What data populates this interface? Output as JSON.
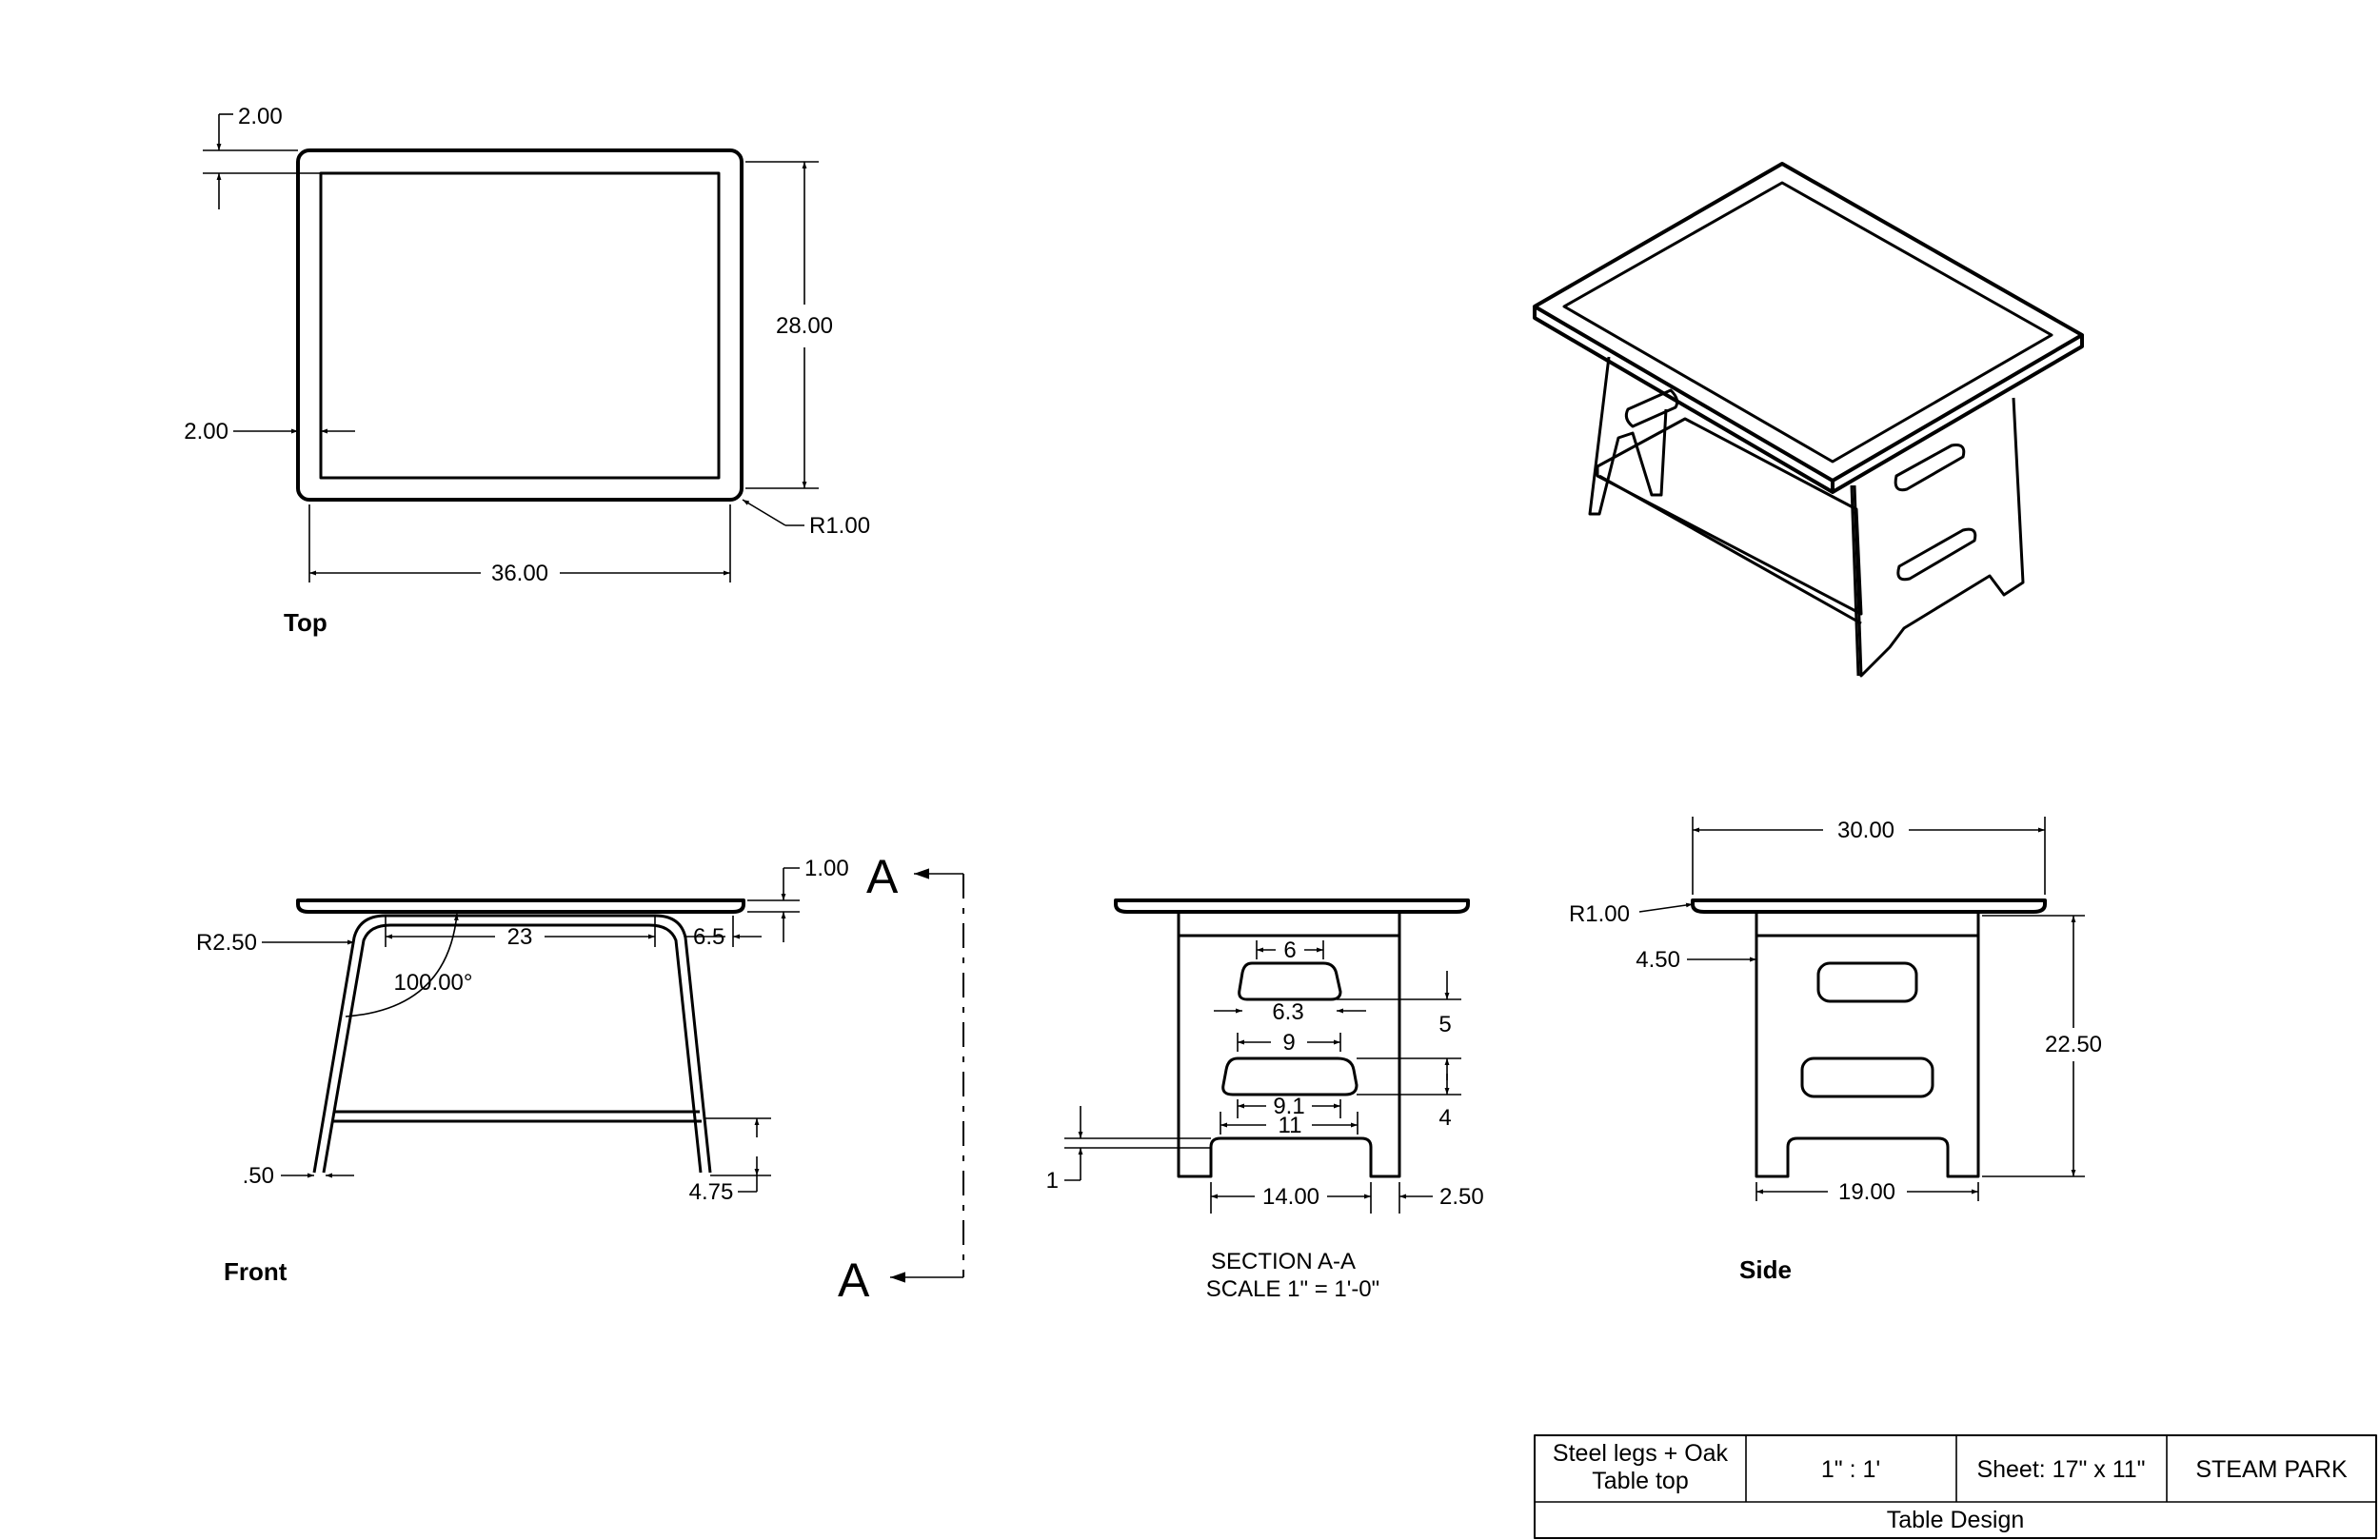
{
  "views": {
    "top": {
      "label": "Top"
    },
    "front": {
      "label": "Front"
    },
    "side": {
      "label": "Side"
    },
    "section": {
      "title": "SECTION A-A",
      "scale": "SCALE 1\" = 1'-0\"",
      "marker": "A"
    }
  },
  "dimensions": {
    "top": {
      "border_top": "2.00",
      "border_left": "2.00",
      "depth": "28.00",
      "width": "36.00",
      "corner_radius": "R1.00"
    },
    "front": {
      "top_thickness": "1.00",
      "bend_radius": "R2.50",
      "span": "23",
      "inset": "6.5",
      "angle": "100.00°",
      "leg": ".50",
      "shelf_height": "4.75"
    },
    "section": {
      "slot1_top": "6",
      "slot1_bottom": "6.3",
      "slot2_top": "9",
      "slot2_bottom": "9.1",
      "foot_gap": "11",
      "width": "14.00",
      "edge": "2.50",
      "slot_spacing": "5",
      "slot2_height": "4",
      "foot_height": "1"
    },
    "side": {
      "width": "30.00",
      "corner_radius": "R1.00",
      "edge": "4.50",
      "height": "22.50",
      "base": "19.00"
    }
  },
  "title_block": {
    "material": [
      "Steel legs + Oak",
      "Table top"
    ],
    "scale": "1\" : 1'",
    "sheet": "Sheet: 17\" x 11\"",
    "company": "STEAM PARK",
    "title": "Table Design"
  }
}
